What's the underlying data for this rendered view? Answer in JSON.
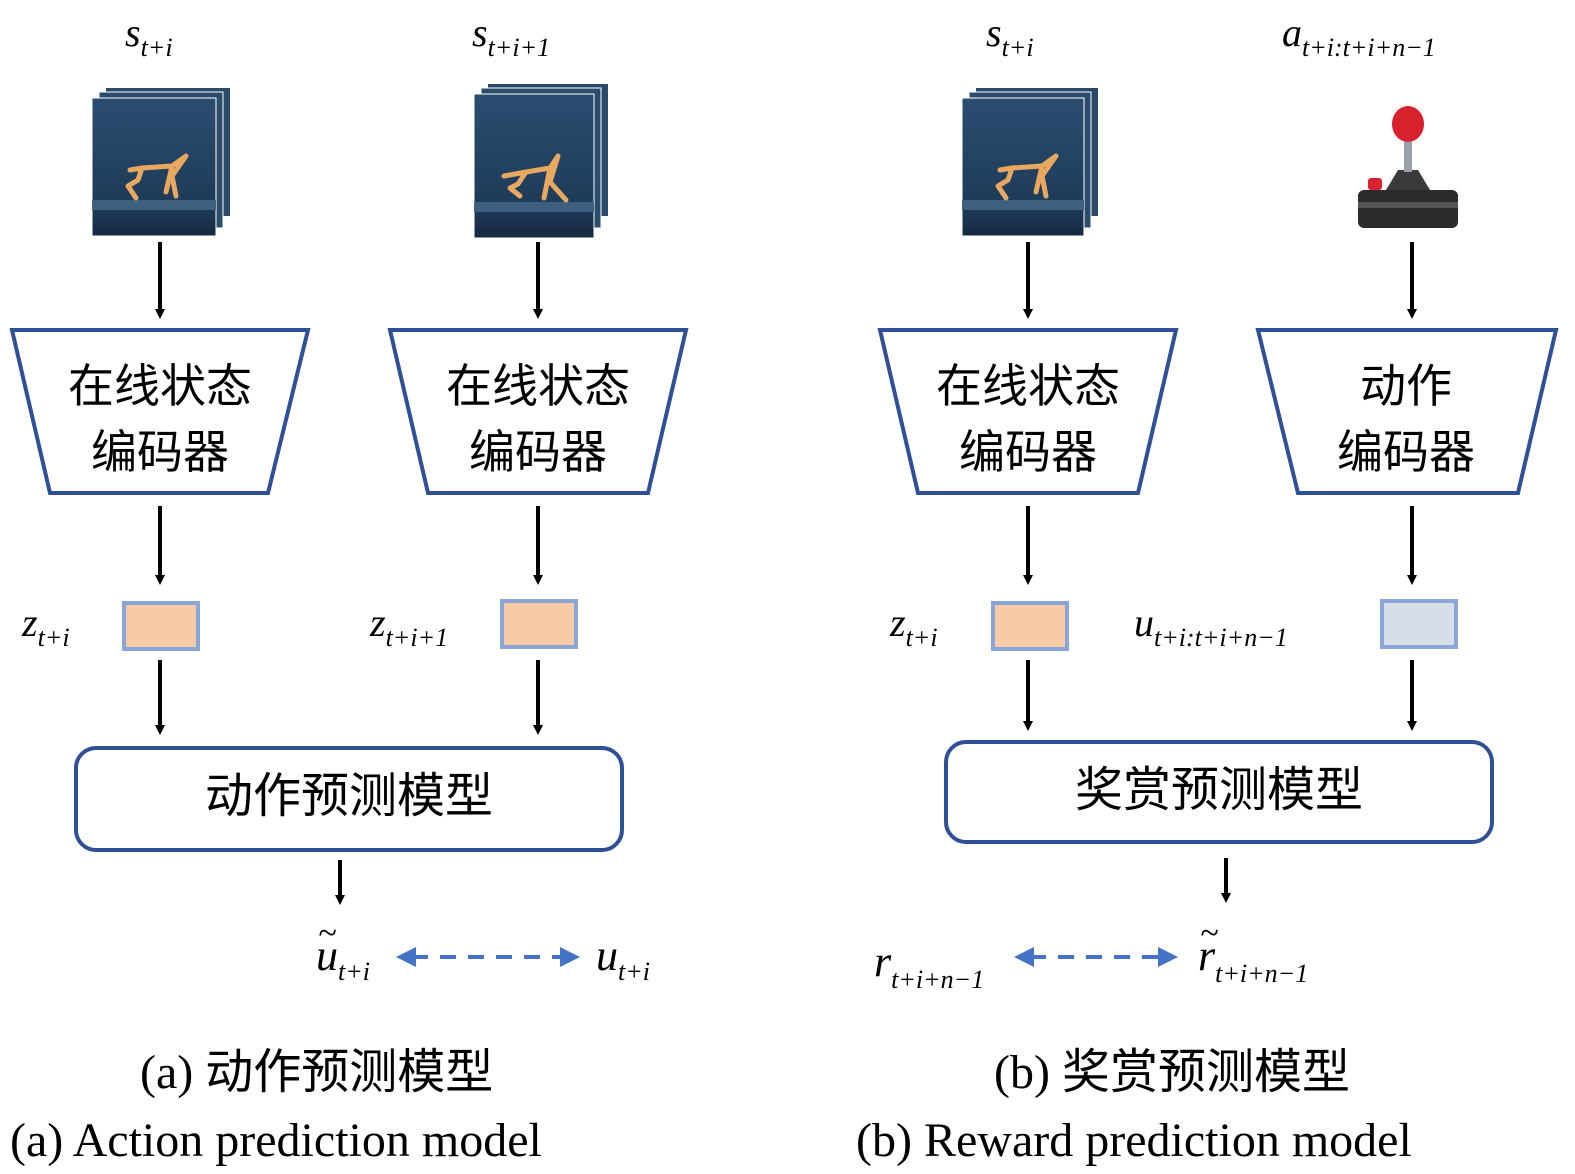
{
  "panels": {
    "a": {
      "input_1": {
        "base": "s",
        "sub": "t+i"
      },
      "input_2": {
        "base": "s",
        "sub": "t+i+1"
      },
      "encoder_1": {
        "line1": "在线状态",
        "line2": "编码器"
      },
      "encoder_2": {
        "line1": "在线状态",
        "line2": "编码器"
      },
      "latent_1": {
        "base": "z",
        "sub": "t+i"
      },
      "latent_2": {
        "base": "z",
        "sub": "t+i+1"
      },
      "model_label": "动作预测模型",
      "output_pred": {
        "base": "u",
        "sub": "t+i",
        "accent": "~"
      },
      "output_target": {
        "base": "u",
        "sub": "t+i"
      },
      "caption_cn": "(a) 动作预测模型",
      "caption_en": "(a) Action prediction model"
    },
    "b": {
      "input_1": {
        "base": "s",
        "sub": "t+i"
      },
      "input_2": {
        "base": "a",
        "sub": "t+i:t+i+n−1"
      },
      "encoder_1": {
        "line1": "在线状态",
        "line2": "编码器"
      },
      "encoder_2": {
        "line1": "动作",
        "line2": "编码器"
      },
      "latent_1": {
        "base": "z",
        "sub": "t+i"
      },
      "latent_2": {
        "base": "u",
        "sub": "t+i:t+i+n−1"
      },
      "model_label": "奖赏预测模型",
      "output_target": {
        "base": "r",
        "sub": "t+i+n−1"
      },
      "output_pred": {
        "base": "r",
        "sub": "t+i+n−1",
        "accent": "~"
      },
      "caption_cn": "(b) 奖赏预测模型",
      "caption_en": "(b) Reward prediction model"
    }
  },
  "colors": {
    "box_stroke": "#2f4f96",
    "state_latent_fill": "#f8cba8",
    "action_latent_fill": "#d8dee8",
    "latent_stroke": "#8aa6d8",
    "dashed_arrow": "#4472c4",
    "frame_bg": "#2a4a6a",
    "walker": "#e8a860"
  },
  "icons": {
    "state_frames": "walker-frame-stack-icon",
    "action_input": "joystick-icon"
  }
}
